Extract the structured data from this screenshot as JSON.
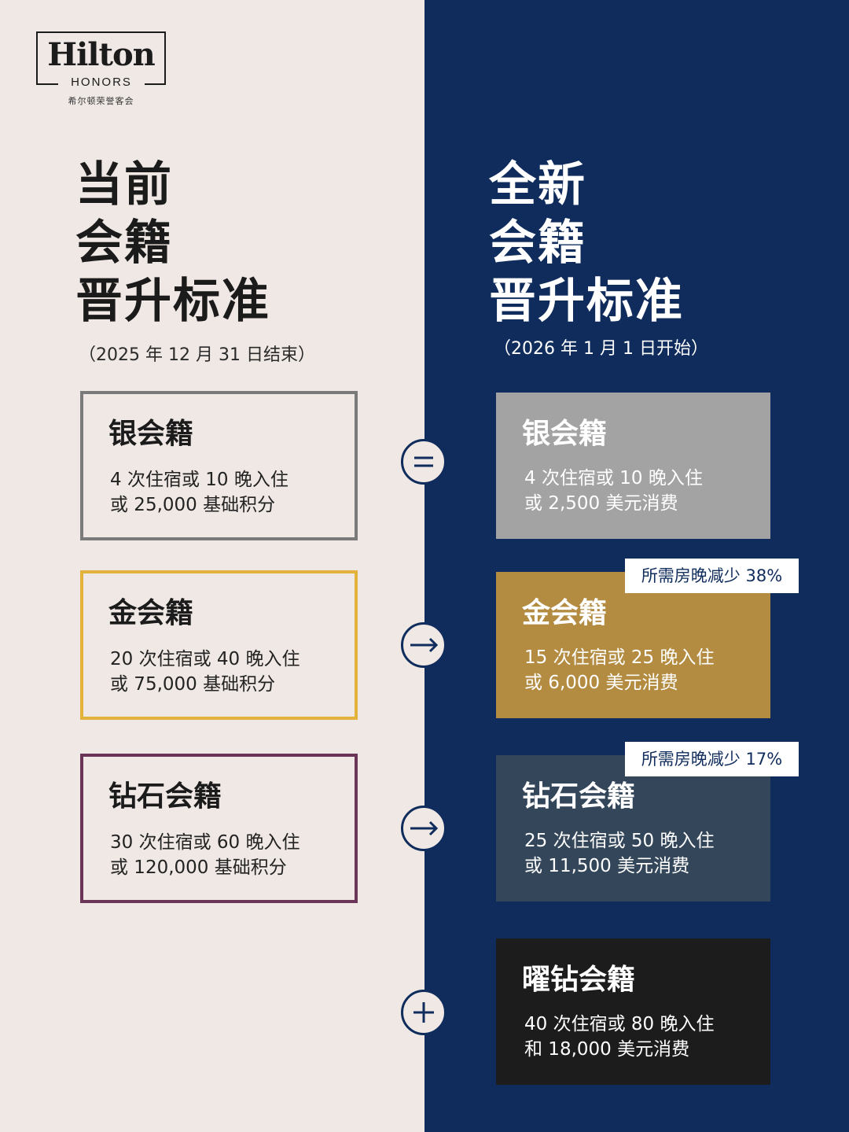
{
  "brand": {
    "logo_word": "Hilton",
    "logo_sub": "HONORS",
    "logo_cn": "希尔顿荣誉客会"
  },
  "left": {
    "heading": [
      "当前",
      "会籍",
      "晋升标准"
    ],
    "date_note": "（2025 年 12 月 31 日结束）",
    "tiers": [
      {
        "name": "银会籍",
        "line1": "4 次住宿或 10 晚入住",
        "line2": "或 25,000 基础积分",
        "border_color": "#7a7a7a"
      },
      {
        "name": "金会籍",
        "line1": "20 次住宿或 40 晚入住",
        "line2": "或 75,000 基础积分",
        "border_color": "#e2b23b"
      },
      {
        "name": "钻石会籍",
        "line1": "30 次住宿或 60 晚入住",
        "line2": "或 120,000 基础积分",
        "border_color": "#6b3558"
      }
    ]
  },
  "right": {
    "heading": [
      "全新",
      "会籍",
      "晋升标准"
    ],
    "date_note": "（2026 年 1 月 1 日开始）",
    "tiers": [
      {
        "name": "银会籍",
        "line1": "4 次住宿或 10 晚入住",
        "line2": "或 2,500 美元消费",
        "bg_color": "#a3a3a3"
      },
      {
        "name": "金会籍",
        "line1": "15 次住宿或 25 晚入住",
        "line2": "或 6,000 美元消费",
        "bg_color": "#b38b41",
        "badge": "所需房晚减少 38%"
      },
      {
        "name": "钻石会籍",
        "line1": "25 次住宿或 50 晚入住",
        "line2": "或 11,500 美元消费",
        "bg_color": "#34465a",
        "badge": "所需房晚减少 17%"
      },
      {
        "name": "曜钻会籍",
        "line1": "40 次住宿或 80 晚入住",
        "line2": "和 18,000 美元消费",
        "bg_color": "#1c1c1c"
      }
    ]
  },
  "connectors": [
    {
      "icon": "equals-icon"
    },
    {
      "icon": "arrow-right-icon"
    },
    {
      "icon": "arrow-right-icon"
    },
    {
      "icon": "plus-icon"
    }
  ],
  "colors": {
    "left_bg": "#efe8e4",
    "right_bg": "#0f2c5c"
  }
}
